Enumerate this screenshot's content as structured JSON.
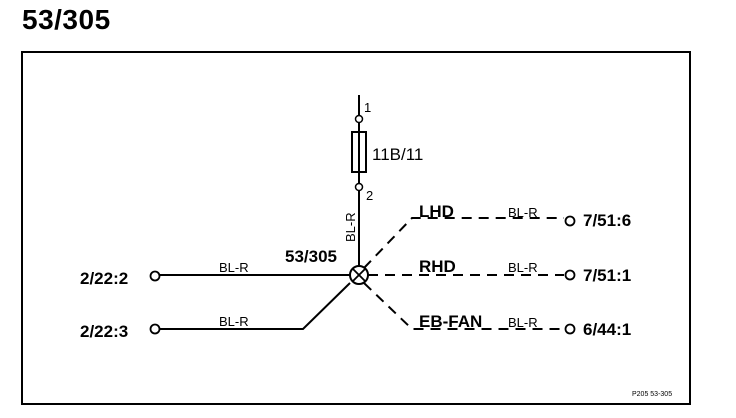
{
  "diagram": {
    "title": "53/305",
    "splice": {
      "label": "53/305"
    },
    "fuse": {
      "label": "11B/11",
      "top_pin": "1",
      "bottom_pin": "2"
    },
    "vertical_wire": {
      "color": "BL-R"
    },
    "left_connections": [
      {
        "connector": "2/22:2",
        "wire": "BL-R"
      },
      {
        "connector": "2/22:3",
        "wire": "BL-R"
      }
    ],
    "right_connections": [
      {
        "variant": "LHD",
        "wire": "BL-R",
        "connector": "7/51:6"
      },
      {
        "variant": "RHD",
        "wire": "BL-R",
        "connector": "7/51:1"
      },
      {
        "variant": "EB-FAN",
        "wire": "BL-R",
        "connector": "6/44:1"
      }
    ],
    "reference": "P205  53-305"
  }
}
